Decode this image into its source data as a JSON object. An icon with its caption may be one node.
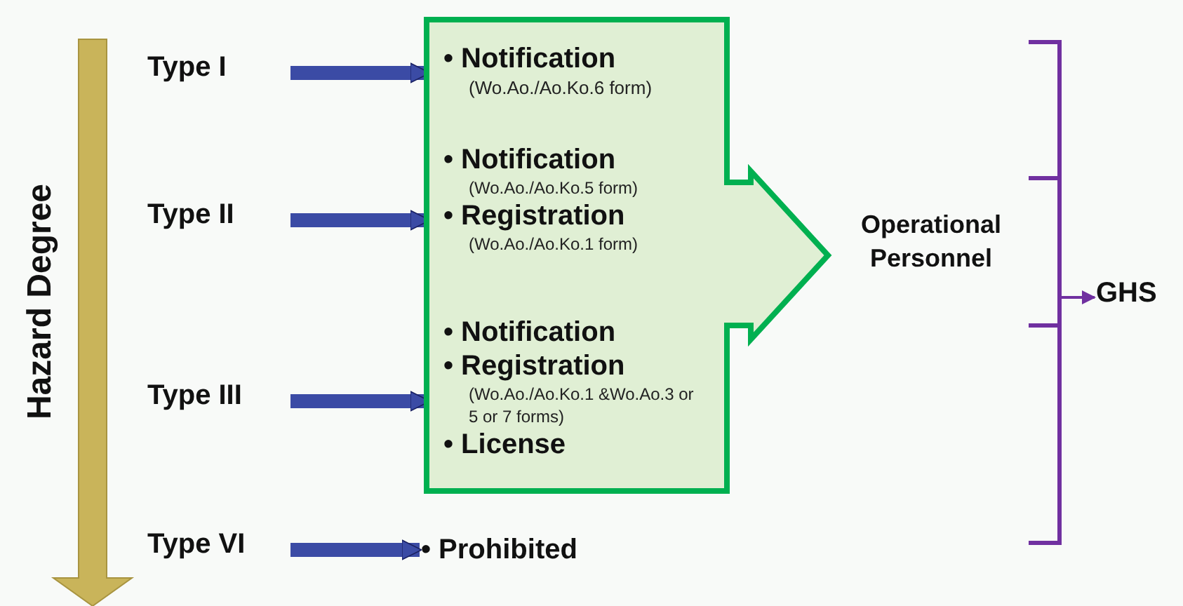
{
  "diagram": {
    "nodes": [
      {
        "text": [
          "Type I"
        ]
      },
      {
        "text": [
          "Type II"
        ]
      },
      {
        "text": [
          "Type III"
        ]
      },
      {
        "text": [
          "Type VI"
        ]
      },
      {
        "text": [],
        "shape": "arrow",
        "beside": [
          "Operational Personnel"
        ]
      },
      {
        "text": [
          "• Notification",
          "(Wo.Ao./Ao.Ko.6 form)"
        ],
        "in": 4
      },
      {
        "text": [
          "• Notification",
          "(Wo.Ao./Ao.Ko.5 form)",
          "• Registration",
          "(Wo.Ao./Ao.Ko.1 form)"
        ],
        "in": 4
      },
      {
        "text": [
          "• Notification",
          "• Registration",
          "(Wo.Ao./Ao.Ko.1 &Wo.Ao.3 or 5 or 7 forms)",
          "• License"
        ],
        "in": 4
      },
      {
        "text": [
          "• Prohibited"
        ]
      },
      {
        "text": [],
        "shape": "bracket"
      },
      {
        "text": [
          "GHS"
        ]
      }
    ],
    "edges": [
      {
        "from": 0,
        "to": 5,
        "arrow": "to"
      },
      {
        "from": 1,
        "to": 6,
        "arrow": "to"
      },
      {
        "from": 2,
        "to": 7,
        "arrow": "to"
      },
      {
        "from": 3,
        "to": 8,
        "arrow": "to"
      },
      {
        "from": 9,
        "to": 10,
        "arrow": "to",
        "color": "#7030a0"
      }
    ],
    "labels": [
      "Hazard Degree"
    ]
  }
}
